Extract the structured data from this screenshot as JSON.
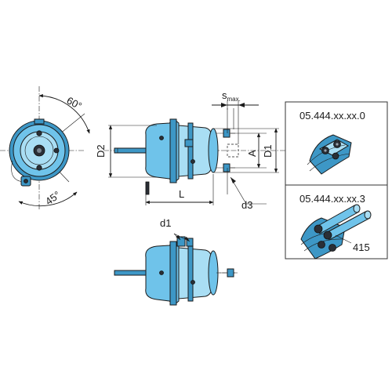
{
  "colors": {
    "body": "#6fc3ea",
    "body_dark": "#3d97c6",
    "body_light": "#a9def4",
    "line": "#1a1a1a",
    "panel_border": "#333333"
  },
  "front_view": {
    "angle_top": "60°",
    "angle_bottom": "45°"
  },
  "side_view": {
    "label_d2": "D2",
    "label_l": "L",
    "label_s": "s",
    "label_s_sub": "max.",
    "label_a": "A",
    "label_d1": "D1",
    "label_d3": "d3"
  },
  "bottom_view": {
    "label_d1": "d1"
  },
  "variants": {
    "top": {
      "part_number": "05.444.xx.xx.0"
    },
    "bottom": {
      "part_number": "05.444.xx.xx.3",
      "callout": "415"
    }
  }
}
